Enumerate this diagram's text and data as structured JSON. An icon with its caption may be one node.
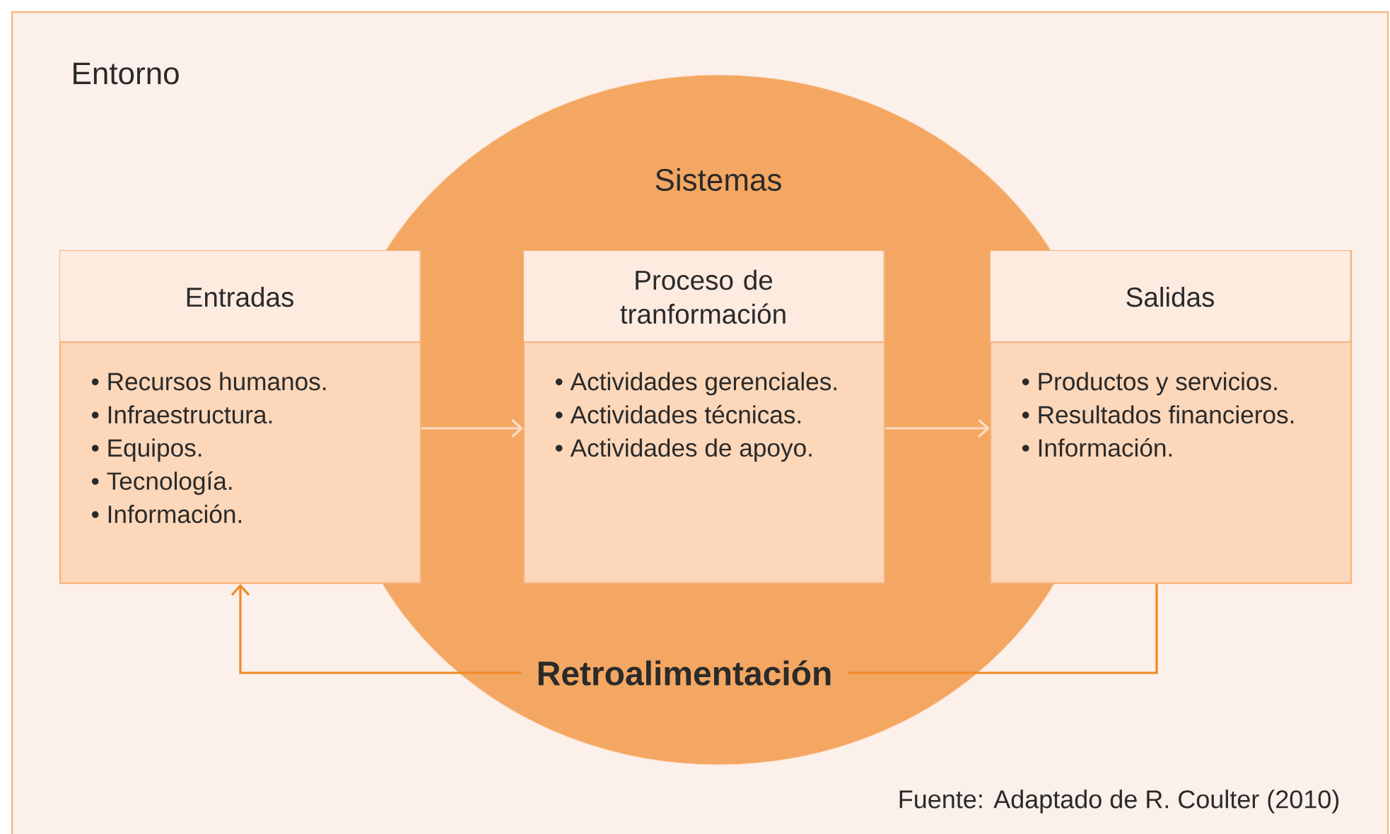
{
  "diagram": {
    "caption": "Fuente: Adaptado de R. Coulter (2010)",
    "nodes": [
      {
        "text": [
          "Entorno"
        ]
      },
      {
        "text": [
          "Sistemas"
        ],
        "in": 0
      },
      {
        "text": [
          "Entradas",
          "• Recursos humanos.",
          "• Infraestructura.",
          "• Equipos.",
          "• Tecnología.",
          "• Información."
        ],
        "in": 0
      },
      {
        "text": [
          "Proceso de tranformación",
          "• Actividades gerenciales.",
          "• Actividades técnicas.",
          "• Actividades de apoyo."
        ],
        "in": 1
      },
      {
        "text": [
          "Salidas",
          "• Productos y servicios.",
          "• Resultados financieros.",
          "• Información."
        ],
        "in": 0
      }
    ],
    "edges": [
      {
        "from": 2,
        "to": 3,
        "arrow": "to"
      },
      {
        "from": 3,
        "to": 4,
        "arrow": "to"
      },
      {
        "from": 4,
        "to": 2,
        "arrow": "to",
        "label": "Retroalimentación",
        "color": "#f08a24"
      }
    ]
  }
}
